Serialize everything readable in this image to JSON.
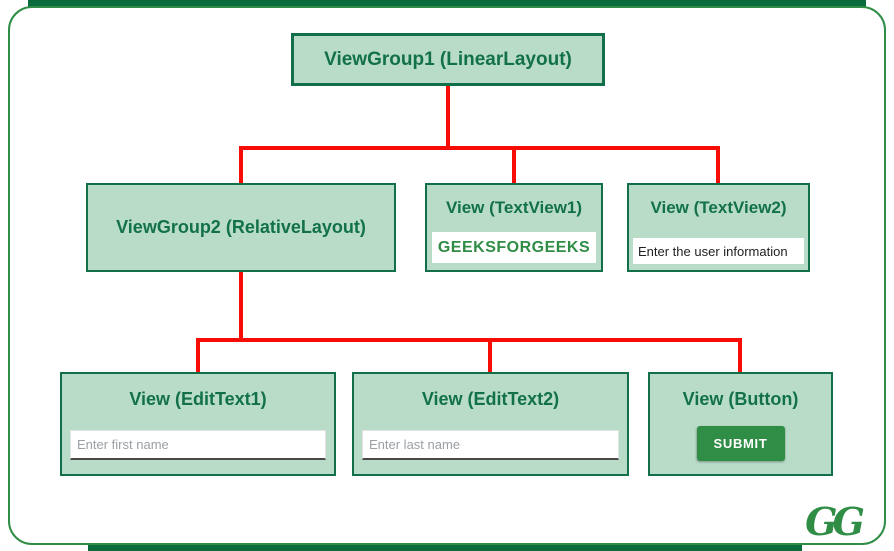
{
  "colors": {
    "accent_green": "#2f8d46",
    "box_fill": "#b9dcc9",
    "box_border": "#11704a",
    "connector_red": "#f70d05",
    "bar_dark_green": "#0a6b3d"
  },
  "diagram": {
    "root": {
      "label": "ViewGroup1 (LinearLayout)"
    },
    "children": [
      {
        "label": "ViewGroup2 (RelativeLayout)"
      },
      {
        "label": "View (TextView1)",
        "text": "GEEKSFORGEEKS"
      },
      {
        "label": "View (TextView2)",
        "text": "Enter the user information"
      }
    ],
    "grandchildren": [
      {
        "label": "View (EditText1)",
        "placeholder": "Enter first name"
      },
      {
        "label": "View (EditText2)",
        "placeholder": "Enter last name"
      },
      {
        "label": "View (Button)",
        "button_label": "SUBMIT"
      }
    ]
  },
  "logo": {
    "text": "GG"
  }
}
